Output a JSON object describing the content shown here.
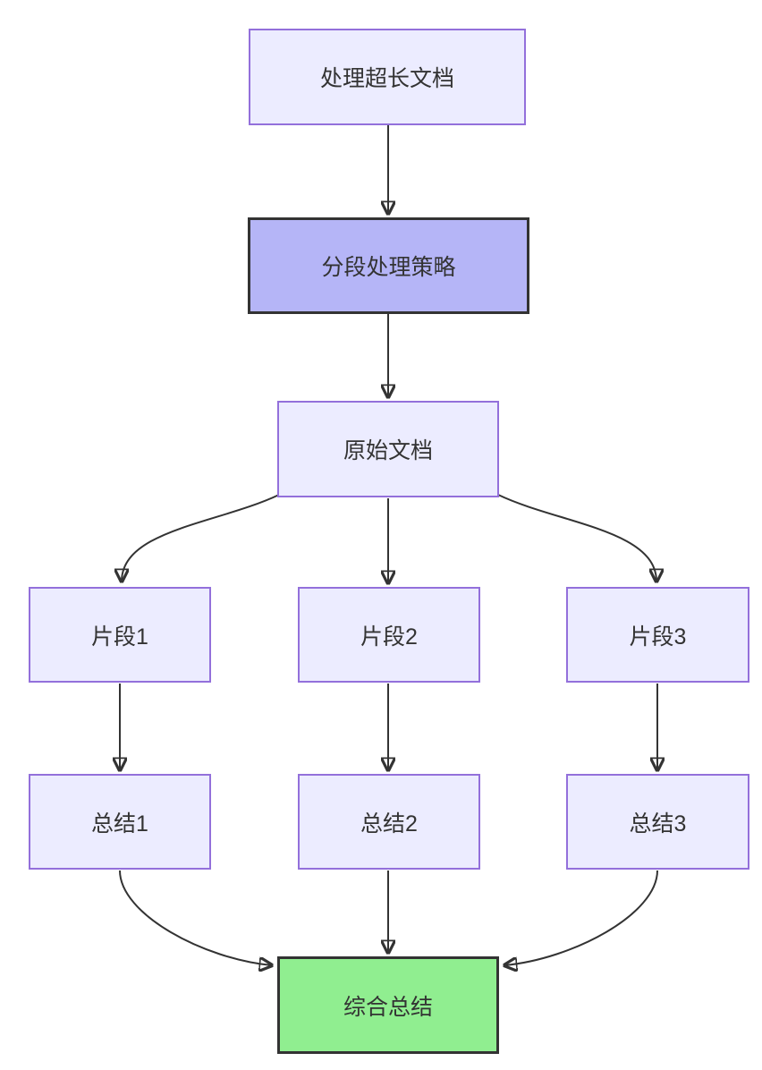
{
  "diagram": {
    "type": "flowchart",
    "direction": "top-down",
    "nodes": [
      {
        "id": "process-long-doc",
        "label": "处理超长文档",
        "style": "light"
      },
      {
        "id": "segment-strategy",
        "label": "分段处理策略",
        "style": "highlight"
      },
      {
        "id": "original-doc",
        "label": "原始文档",
        "style": "light"
      },
      {
        "id": "segment-1",
        "label": "片段1",
        "style": "light"
      },
      {
        "id": "segment-2",
        "label": "片段2",
        "style": "light"
      },
      {
        "id": "segment-3",
        "label": "片段3",
        "style": "light"
      },
      {
        "id": "summary-1",
        "label": "总结1",
        "style": "light"
      },
      {
        "id": "summary-2",
        "label": "总结2",
        "style": "light"
      },
      {
        "id": "summary-3",
        "label": "总结3",
        "style": "light"
      },
      {
        "id": "combined-summary",
        "label": "综合总结",
        "style": "green"
      }
    ],
    "edges": [
      {
        "from": "process-long-doc",
        "to": "segment-strategy"
      },
      {
        "from": "segment-strategy",
        "to": "original-doc"
      },
      {
        "from": "original-doc",
        "to": "segment-1"
      },
      {
        "from": "original-doc",
        "to": "segment-2"
      },
      {
        "from": "original-doc",
        "to": "segment-3"
      },
      {
        "from": "segment-1",
        "to": "summary-1"
      },
      {
        "from": "segment-2",
        "to": "summary-2"
      },
      {
        "from": "segment-3",
        "to": "summary-3"
      },
      {
        "from": "summary-1",
        "to": "combined-summary"
      },
      {
        "from": "summary-2",
        "to": "combined-summary"
      },
      {
        "from": "summary-3",
        "to": "combined-summary"
      }
    ],
    "colors": {
      "background": "#ffffff",
      "node_fill": "#ECECFF",
      "node_border": "#9370DB",
      "highlight_fill": "#B5B5F7",
      "highlight_border": "#333333",
      "green_fill": "#90EE90",
      "green_border": "#333333",
      "edge_stroke": "#333333",
      "text": "#333333"
    }
  }
}
